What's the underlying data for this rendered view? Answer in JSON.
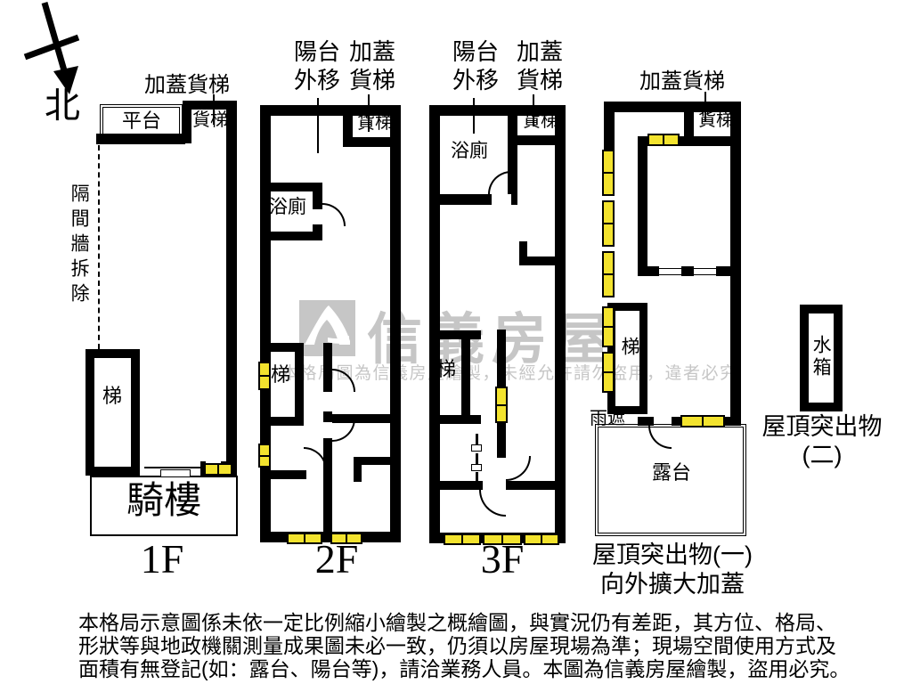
{
  "colors": {
    "wall": "#000000",
    "window_fill": "#f3e32e",
    "watermark": "#c6c6c6",
    "background": "#ffffff"
  },
  "compass": {
    "north_label": "北"
  },
  "floor1": {
    "name": "1F",
    "annotation_top": "加蓋貨梯",
    "room_platform": "平台",
    "room_freight": "貨梯",
    "note_partition": "隔間牆拆除",
    "room_stair": "梯",
    "room_arcade": "騎樓"
  },
  "floor2": {
    "name": "2F",
    "annotation_balcony": "陽台外移",
    "annotation_freight": "加蓋貨梯",
    "room_freight": "貨梯",
    "room_bath": "浴廁",
    "room_stair": "梯"
  },
  "floor3": {
    "name": "3F",
    "annotation_balcony": "陽台外移",
    "annotation_freight": "加蓋貨梯",
    "room_freight": "貨梯",
    "room_bath": "浴廁",
    "room_stair": "梯"
  },
  "roof1": {
    "caption_line1": "屋頂突出物(一)",
    "caption_line2": "向外擴大加蓋",
    "annotation_top": "加蓋貨梯",
    "room_freight": "貨梯",
    "room_stair": "梯",
    "label_rain_cover": "雨遮",
    "room_terrace": "露台"
  },
  "roof2": {
    "caption_line1": "屋頂突出物",
    "caption_line2": "(二)",
    "room_tank": "水箱"
  },
  "watermark": {
    "brand": "信義房屋",
    "notice": "本格局圖為信義房屋繪製，未經允許請勿盜用，違者必究"
  },
  "disclaimer": {
    "line1": "本格局示意圖係未依一定比例縮小繪製之概繪圖，與實況仍有差距，其方位、格局、",
    "line2": "形狀等與地政機關測量成果圖未必一致，仍須以房屋現場為準；現場空間使用方式及",
    "line3": "面積有無登記(如：露台、陽台等)，請洽業務人員。本圖為信義房屋繪製，盜用必究。"
  }
}
